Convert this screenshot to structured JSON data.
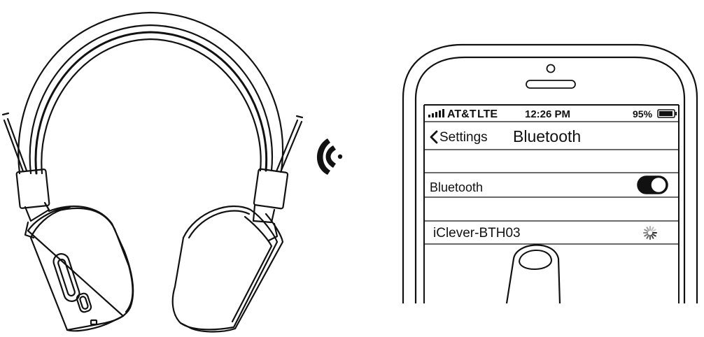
{
  "phone": {
    "status": {
      "carrier": "AT&T",
      "network": "LTE",
      "time": "12:26 PM",
      "battery": "95%",
      "battery_level": 0.95
    },
    "nav": {
      "back_label": "Settings",
      "title": "Bluetooth"
    },
    "bluetooth_row": {
      "label": "Bluetooth",
      "toggle_on": true
    },
    "device_row": {
      "name": "iClever-BTH03",
      "status_icon": "loading-spinner-icon"
    }
  },
  "icons": {
    "wireless": "wireless-signal-icon",
    "signal": "signal-bars-icon",
    "battery": "battery-icon",
    "back": "chevron-left-icon"
  }
}
